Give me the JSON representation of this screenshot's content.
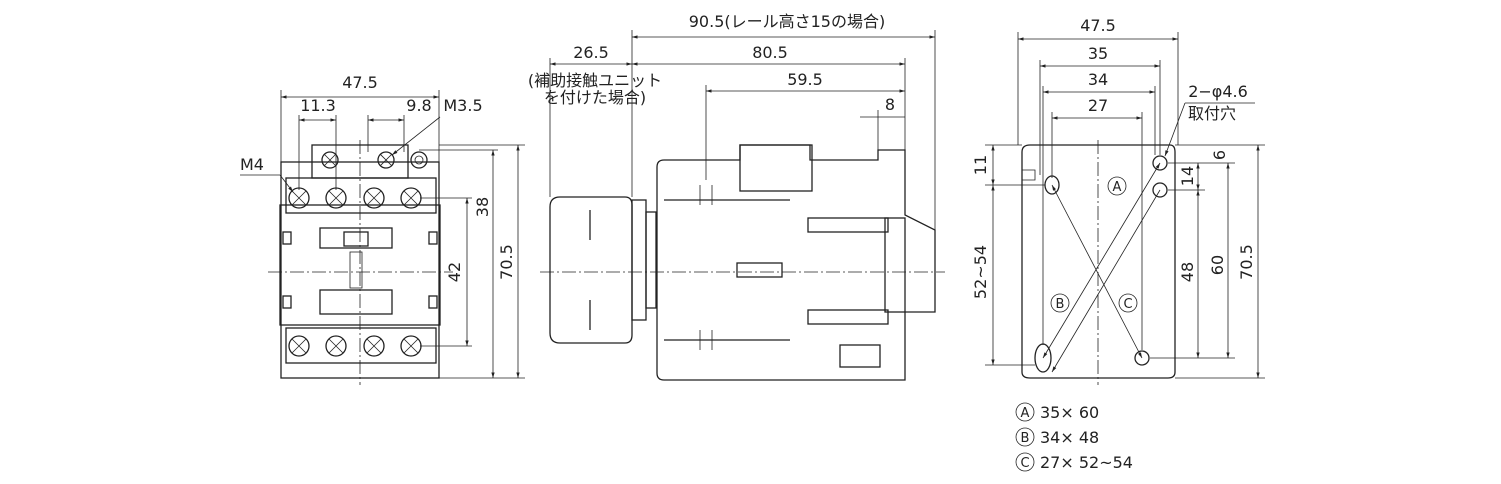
{
  "left_view": {
    "width_total": "47.5",
    "dim_11_3": "11.3",
    "dim_9_8": "9.8",
    "screw_m3_5": "M3.5",
    "screw_m4": "M4",
    "dim_38": "38",
    "dim_42": "42",
    "height_total": "70.5"
  },
  "side_view": {
    "rail_total": "90.5(レール高さ15の場合)",
    "aux_width": "26.5",
    "aux_note_line1": "(補助接触ユニット",
    "aux_note_line2": "を付けた場合)",
    "body_80_5": "80.5",
    "body_59_5": "59.5",
    "body_8": "8"
  },
  "mount_view": {
    "width_47_5": "47.5",
    "width_35": "35",
    "width_34": "34",
    "width_27": "27",
    "hole_spec_line1": "2−φ4.6",
    "hole_spec_line2": "取付穴",
    "dim_11": "11",
    "dim_6": "6",
    "dim_14": "14",
    "dim_52_54": "52~54",
    "dim_48": "48",
    "dim_60": "60",
    "dim_70_5": "70.5",
    "mark_a": "A",
    "mark_b": "B",
    "mark_c": "C"
  },
  "legend": [
    {
      "mark": "A",
      "text": "35× 60"
    },
    {
      "mark": "B",
      "text": "34× 48"
    },
    {
      "mark": "C",
      "text": "27× 52~54"
    }
  ]
}
